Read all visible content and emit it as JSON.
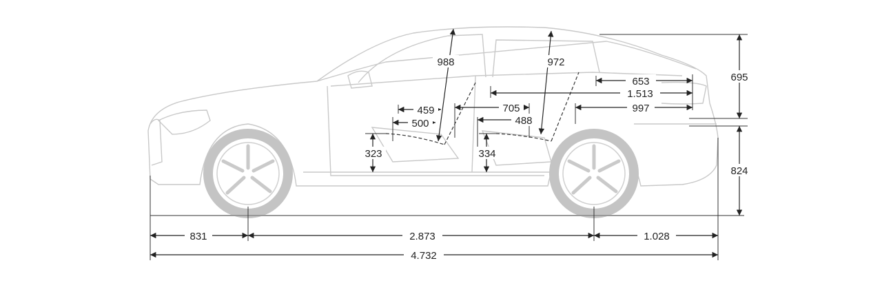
{
  "dimensions": {
    "front_headroom": "988",
    "rear_headroom": "972",
    "rear_overhang_upper": "653",
    "rear_length_to_bpillar": "1.513",
    "rear_legroom_span": "705",
    "rear_section": "997",
    "front_seat_depth": "459",
    "front_seat_length": "500",
    "rear_seat_depth": "488",
    "front_seat_height": "323",
    "rear_seat_height": "334",
    "upper_height": "695",
    "lower_height": "824",
    "front_overhang": "831",
    "wheelbase": "2.873",
    "rear_overhang": "1.028",
    "total_length": "4.732"
  }
}
